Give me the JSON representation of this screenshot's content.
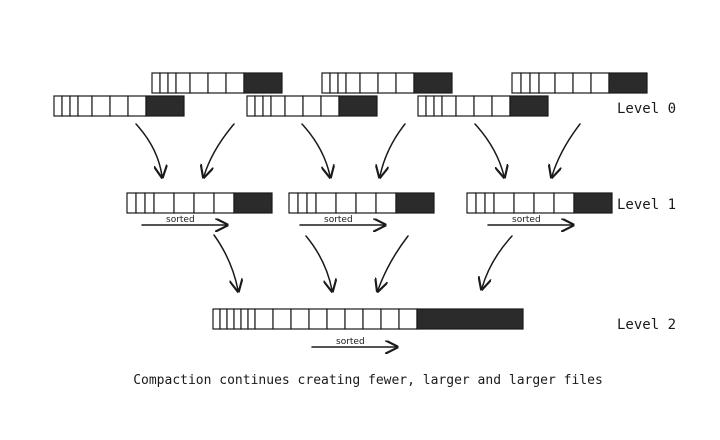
{
  "levels": {
    "level0": "Level 0",
    "level1": "Level 1",
    "level2": "Level 2"
  },
  "sorted_label": "sorted",
  "caption": "Compaction continues creating fewer, larger and larger files",
  "colors": {
    "ink": "#1a1a1a",
    "filled": "#2b2b2b",
    "background": "#ffffff"
  }
}
